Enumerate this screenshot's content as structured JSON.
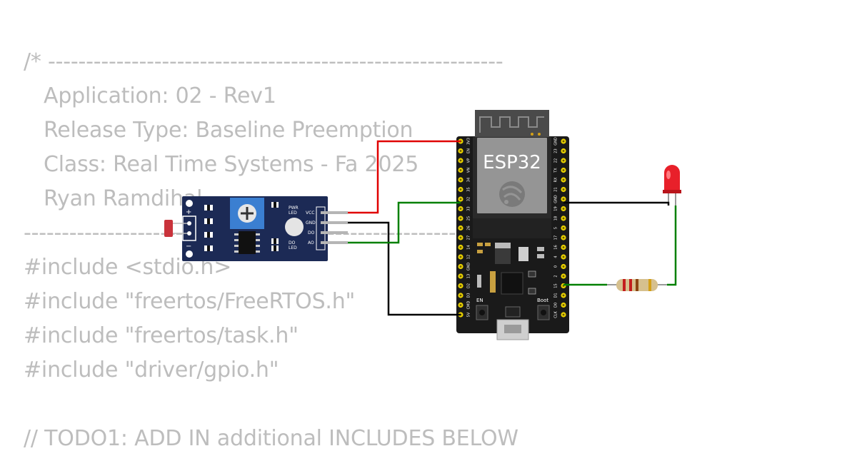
{
  "code_lines": [
    "/* ------------------------------------------------------------",
    "   Application: 02 - Rev1",
    "   Release Type: Baseline Preemption",
    "   Class: Real Time Systems - Fa 2025",
    "   Ryan Ramdihal",
    "------------------------------------------------------------------",
    "#include <stdio.h>",
    "#include \"freertos/FreeRTOS.h\"",
    "#include \"freertos/task.h\"",
    "#include \"driver/gpio.h\"",
    "",
    "// TODO1: ADD IN additional INCLUDES BELOW"
  ],
  "sensor": {
    "label_vcc": "VCC",
    "label_gnd": "GND",
    "label_do": "DO",
    "label_ao": "AO",
    "label_pwr_led_1": "PWR",
    "label_pwr_led_2": "LED",
    "label_do_led_1": "DO",
    "label_do_led_2": "LED",
    "plus": "+",
    "minus": "−"
  },
  "board": {
    "title": "ESP32",
    "label_en": "EN",
    "label_boot": "Boot",
    "left_pins": [
      "3V3",
      "EN",
      "VP",
      "VN",
      "34",
      "35",
      "32",
      "33",
      "25",
      "26",
      "27",
      "14",
      "12",
      "GND",
      "13",
      "D2",
      "D3",
      "CMD",
      "5V"
    ],
    "right_pins": [
      "GND",
      "23",
      "22",
      "TX",
      "RX",
      "21",
      "GND",
      "19",
      "18",
      "5",
      "17",
      "16",
      "4",
      "0",
      "2",
      "15",
      "D1",
      "D0",
      "CLK"
    ]
  },
  "colors": {
    "wire_power": "#e00000",
    "wire_ground": "#000000",
    "wire_signal": "#008000",
    "board": "#1a1a1a",
    "sensor_pcb": "#1c2a55",
    "led": "#e8202a",
    "code_text": "#bdbdbd"
  }
}
